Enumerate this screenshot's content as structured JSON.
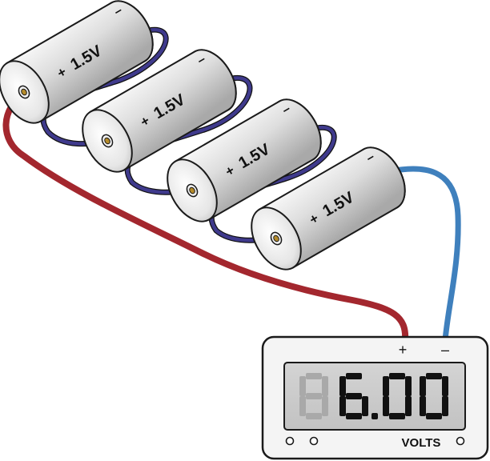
{
  "batteries": [
    {
      "voltage_label": "1.5V",
      "positive_symbol": "+",
      "negative_symbol": "–"
    },
    {
      "voltage_label": "1.5V",
      "positive_symbol": "+",
      "negative_symbol": "–"
    },
    {
      "voltage_label": "1.5V",
      "positive_symbol": "+",
      "negative_symbol": "–"
    },
    {
      "voltage_label": "1.5V",
      "positive_symbol": "+",
      "negative_symbol": "–"
    }
  ],
  "wires": {
    "positive_color": "#a3272e",
    "negative_color": "#3f80bd",
    "link_color": "#3f3a8c"
  },
  "meter": {
    "reading": "6.00",
    "ghost_digit": "8",
    "positive_terminal": "+",
    "negative_terminal": "–",
    "unit_label": "VOLTS"
  }
}
